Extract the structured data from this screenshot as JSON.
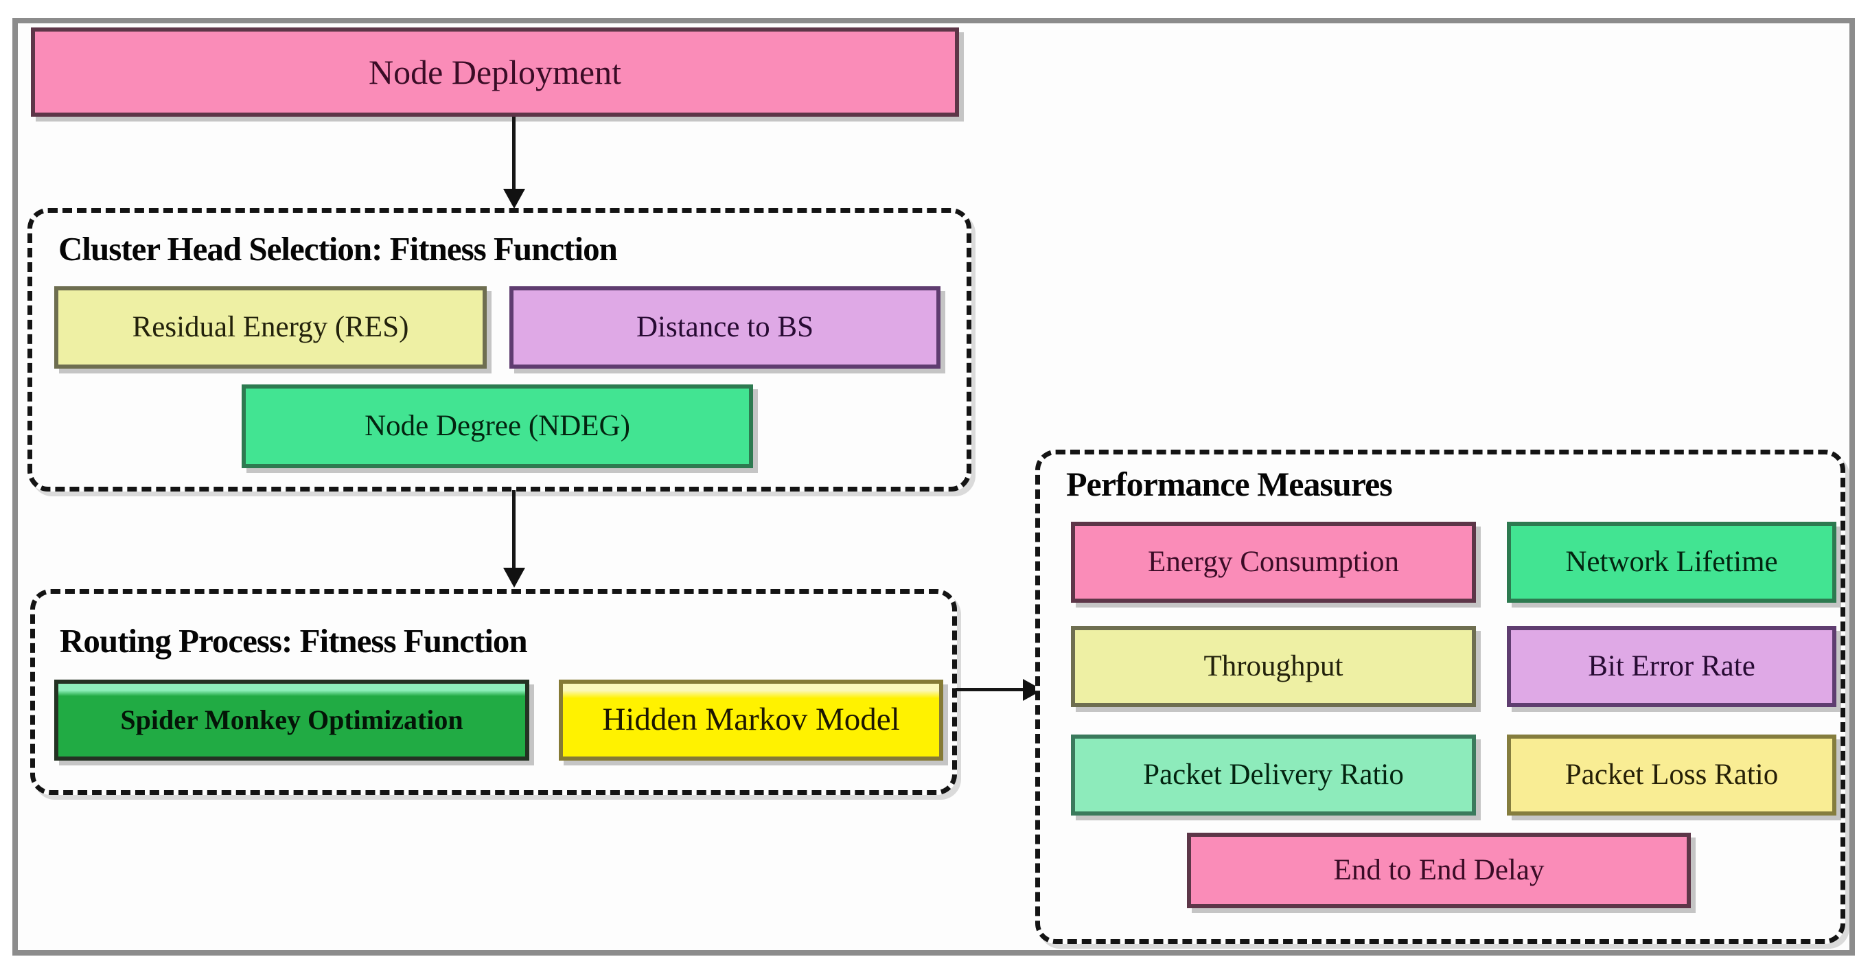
{
  "node_deployment": {
    "label": "Node Deployment",
    "fill": "#FA8CB8"
  },
  "cluster_head": {
    "title": "Cluster Head Selection: Fitness Function",
    "items": [
      {
        "label": "Residual Energy (RES)",
        "fill": "#EEF0A4"
      },
      {
        "label": "Distance to BS",
        "fill": "#DFA9E6"
      },
      {
        "label": "Node Degree (NDEG)",
        "fill": "#42E492"
      }
    ]
  },
  "routing": {
    "title": "Routing Process: Fitness Function",
    "items": [
      {
        "label": "Spider Monkey Optimization",
        "fill": "#21AB44"
      },
      {
        "label": "Hidden Markov Model",
        "fill": "#FFF200"
      }
    ]
  },
  "performance": {
    "title": "Performance Measures",
    "items": [
      {
        "label": "Energy Consumption",
        "fill": "#FA8CB8"
      },
      {
        "label": "Network Lifetime",
        "fill": "#42E492"
      },
      {
        "label": "Throughput",
        "fill": "#EEF0A4"
      },
      {
        "label": "Bit Error Rate",
        "fill": "#DFA9E6"
      },
      {
        "label": "Packet Delivery Ratio",
        "fill": "#8DEBBB"
      },
      {
        "label": "Packet Loss Ratio",
        "fill": "#F9ED94"
      },
      {
        "label": "End to End Delay",
        "fill": "#FA8CB8"
      }
    ]
  },
  "palette": {
    "frame_border": "#8C8C8C",
    "dashed_border": "#141414",
    "arrow": "#111111",
    "pink": "#FA8CB8",
    "pale_yellow": "#EEF0A4",
    "plum": "#DFA9E6",
    "spring_green": "#42E492",
    "mint": "#8DEBBB",
    "gold": "#F9ED94",
    "dark_green": "#21AB44",
    "yellow": "#FFF200"
  }
}
